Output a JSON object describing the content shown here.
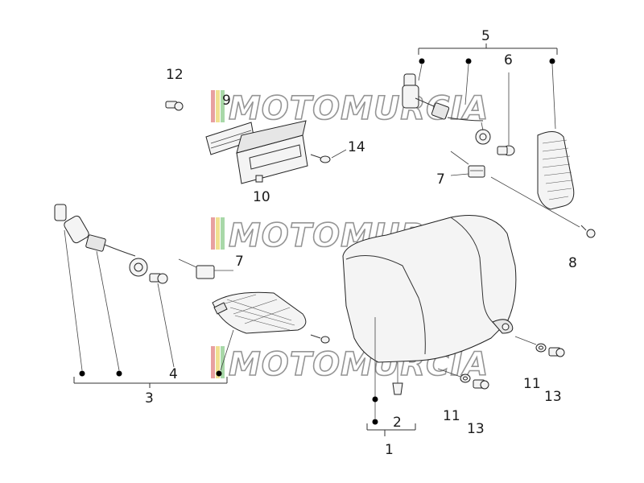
{
  "watermark": {
    "text": "MOTOMURCIA",
    "stripe_colors": [
      "#e8a0a0",
      "#f0e090",
      "#a8d8a8"
    ]
  },
  "callouts": {
    "c1": "1",
    "c2": "2",
    "c3": "3",
    "c4": "4",
    "c5": "5",
    "c6": "6",
    "c7a": "7",
    "c7b": "7",
    "c8": "8",
    "c9": "9",
    "c10": "10",
    "c11a": "11",
    "c11b": "11",
    "c12": "12",
    "c13a": "13",
    "c13b": "13",
    "c14": "14"
  }
}
